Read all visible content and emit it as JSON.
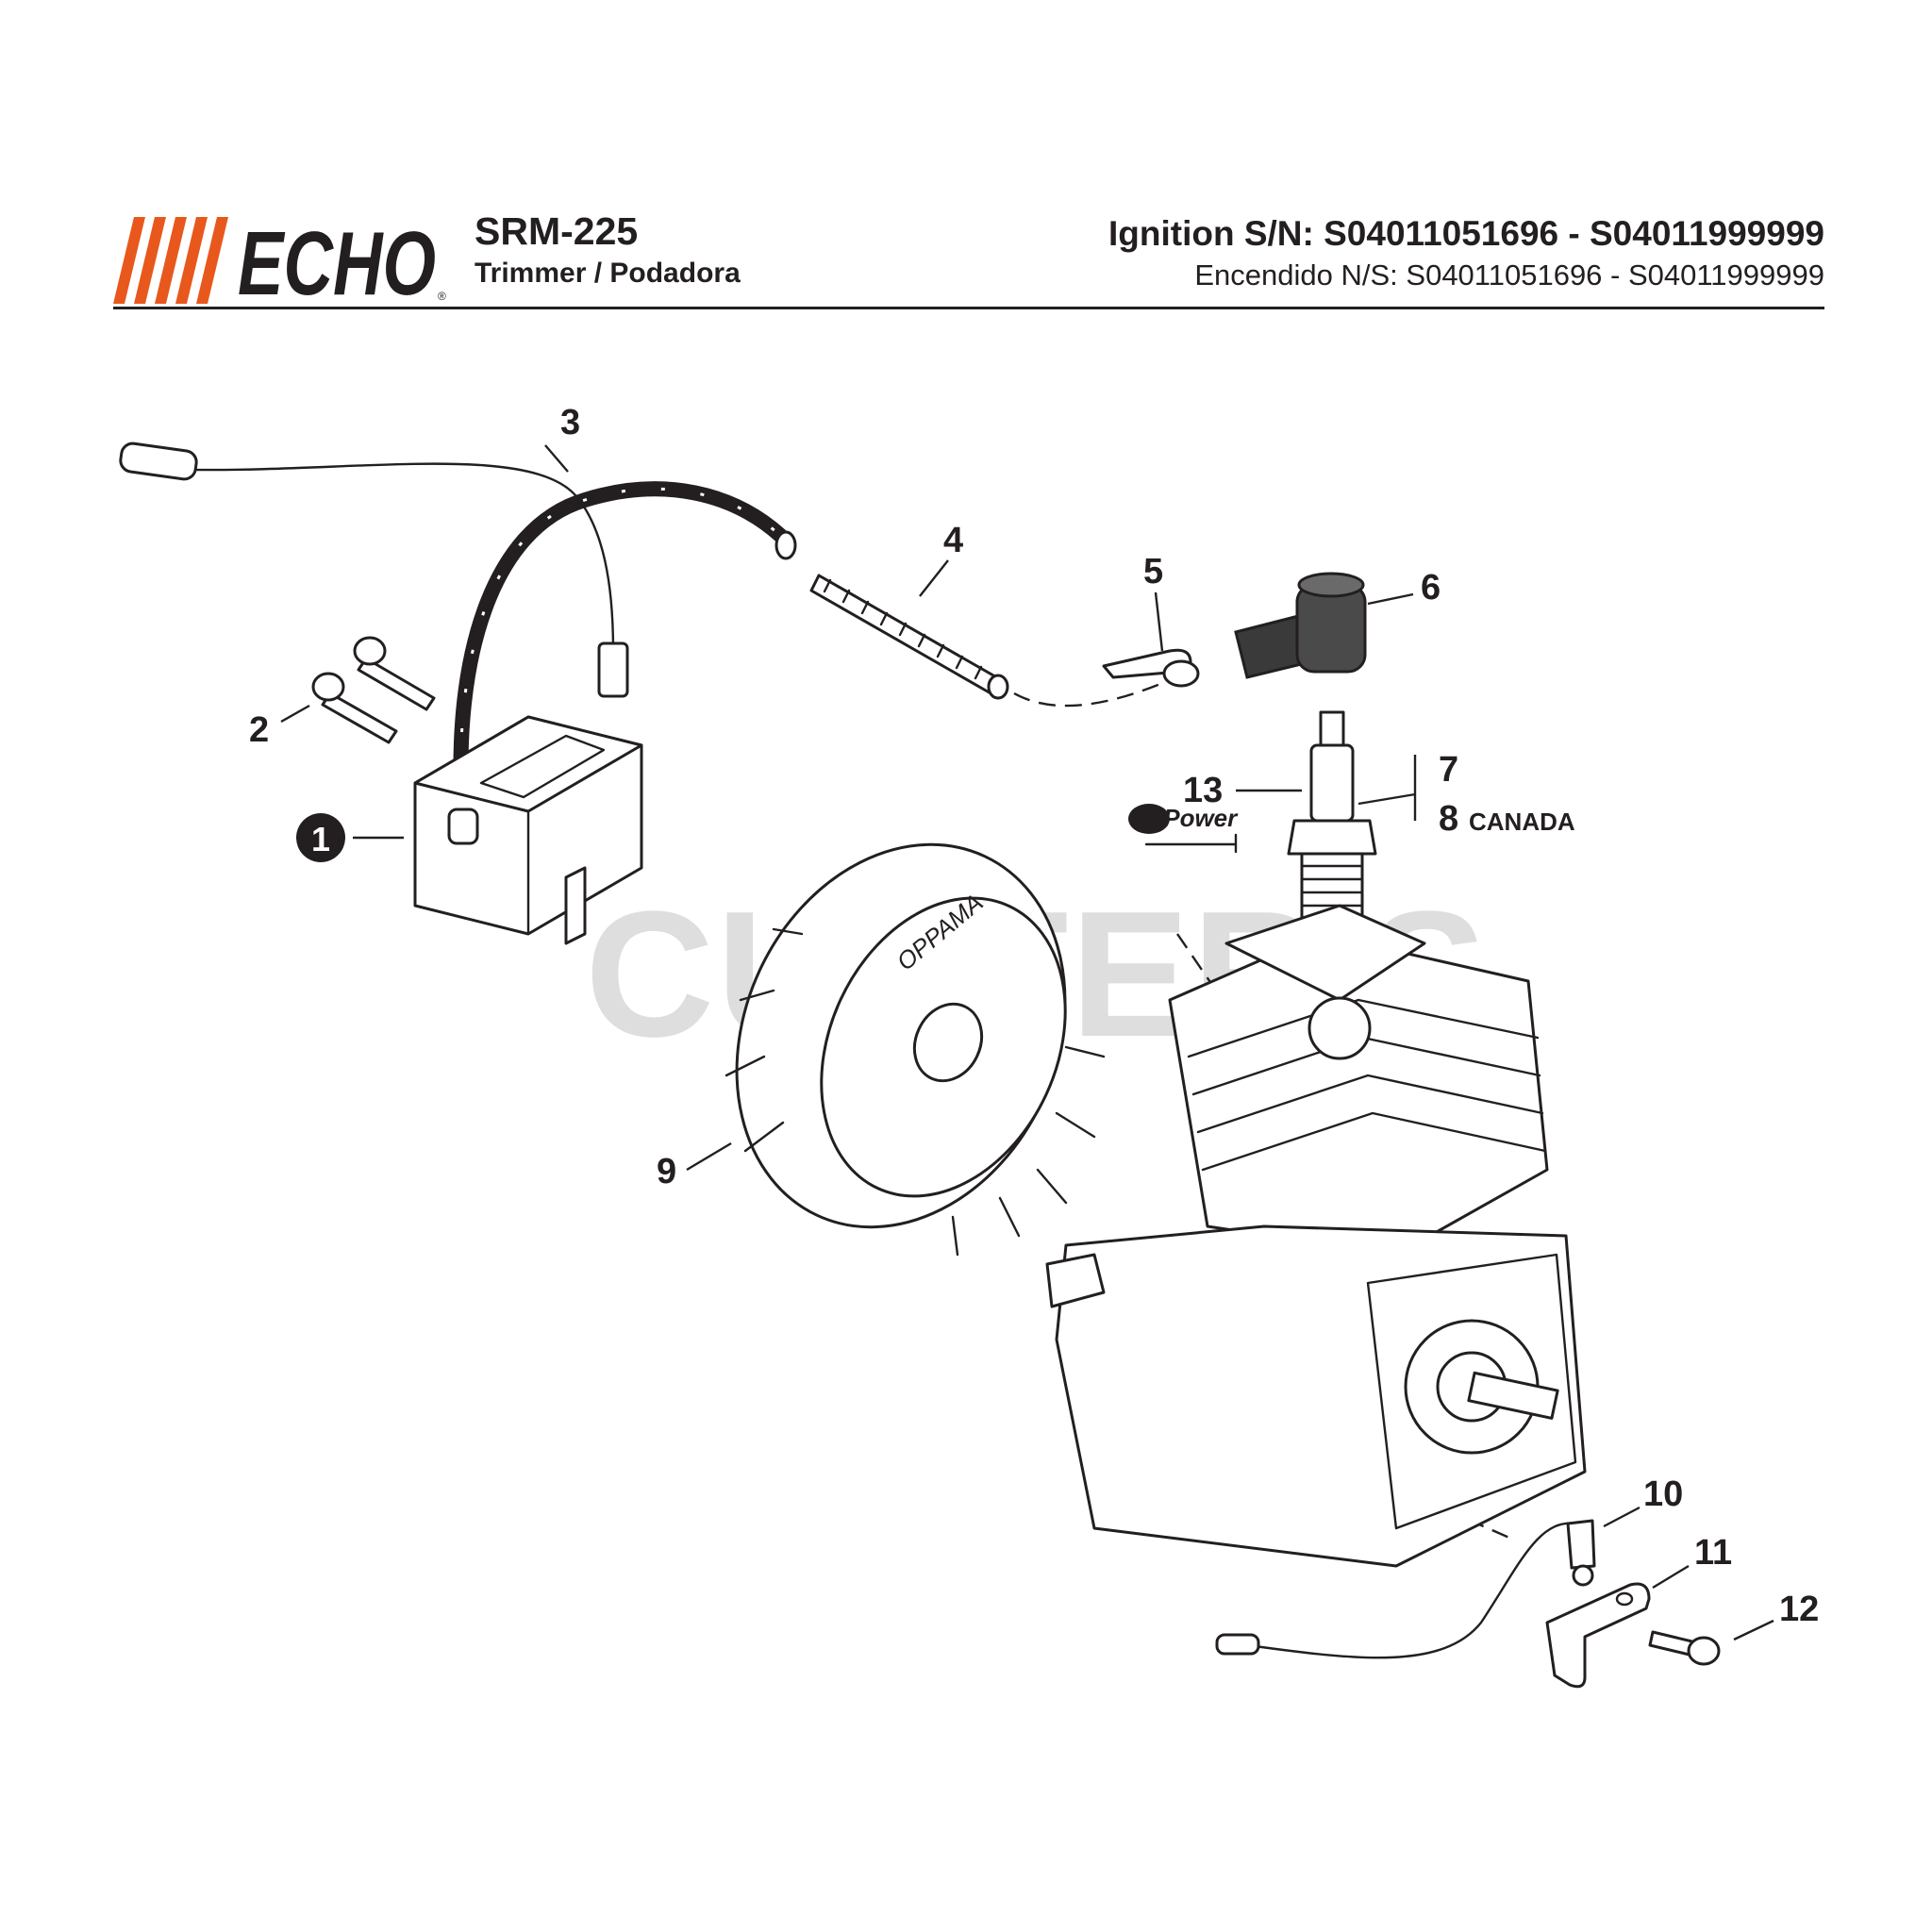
{
  "header": {
    "brand": "ECHO",
    "model": "SRM-225",
    "subtitle": "Trimmer / Podadora",
    "serial_en": "Ignition S/N: S04011051696 - S04011999999",
    "serial_es": "Encendido N/S: S04011051696 - S04011999999"
  },
  "watermark": "CUTTER'S",
  "repower_logo": "RePower",
  "callouts": {
    "c1": "1",
    "c2": "2",
    "c3": "3",
    "c4": "4",
    "c5": "5",
    "c6": "6",
    "c7": "7",
    "c8": "8",
    "c8_note": "CANADA",
    "c9": "9",
    "c10": "10",
    "c11": "11",
    "c12": "12",
    "c13": "13"
  },
  "flywheel_text": "OPPAMA",
  "colors": {
    "brand_orange": "#e8581c",
    "ink": "#231f20",
    "watermark": "#d4d4d4"
  }
}
